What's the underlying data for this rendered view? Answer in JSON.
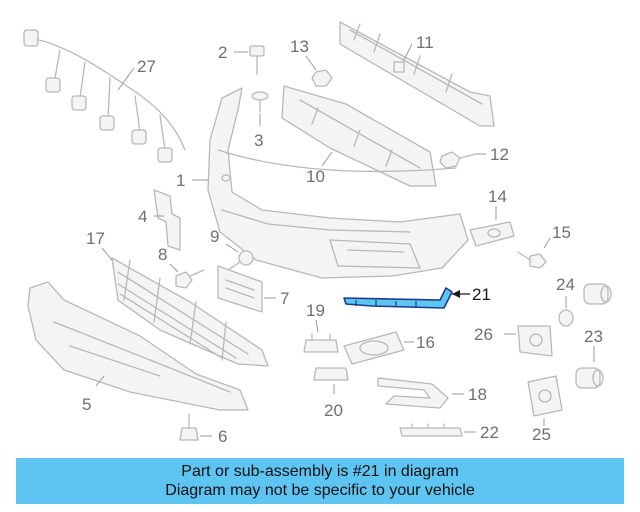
{
  "callouts": {
    "c1": "1",
    "c2": "2",
    "c3": "3",
    "c4": "4",
    "c5": "5",
    "c6": "6",
    "c7": "7",
    "c8": "8",
    "c9": "9",
    "c10": "10",
    "c11": "11",
    "c12": "12",
    "c13": "13",
    "c14": "14",
    "c15": "15",
    "c16": "16",
    "c17": "17",
    "c18": "18",
    "c19": "19",
    "c20": "20",
    "c21": "21",
    "c22": "22",
    "c23": "23",
    "c24": "24",
    "c25": "25",
    "c26": "26",
    "c27": "27"
  },
  "highlight": {
    "part_number": "21",
    "color": "#5cc6f2",
    "outline_color": "#1f3a8a"
  },
  "banner": {
    "line1": "Part or sub-assembly is #21 in diagram",
    "line2": "Diagram may not be specific to your vehicle",
    "color": "#5ec4f1"
  }
}
